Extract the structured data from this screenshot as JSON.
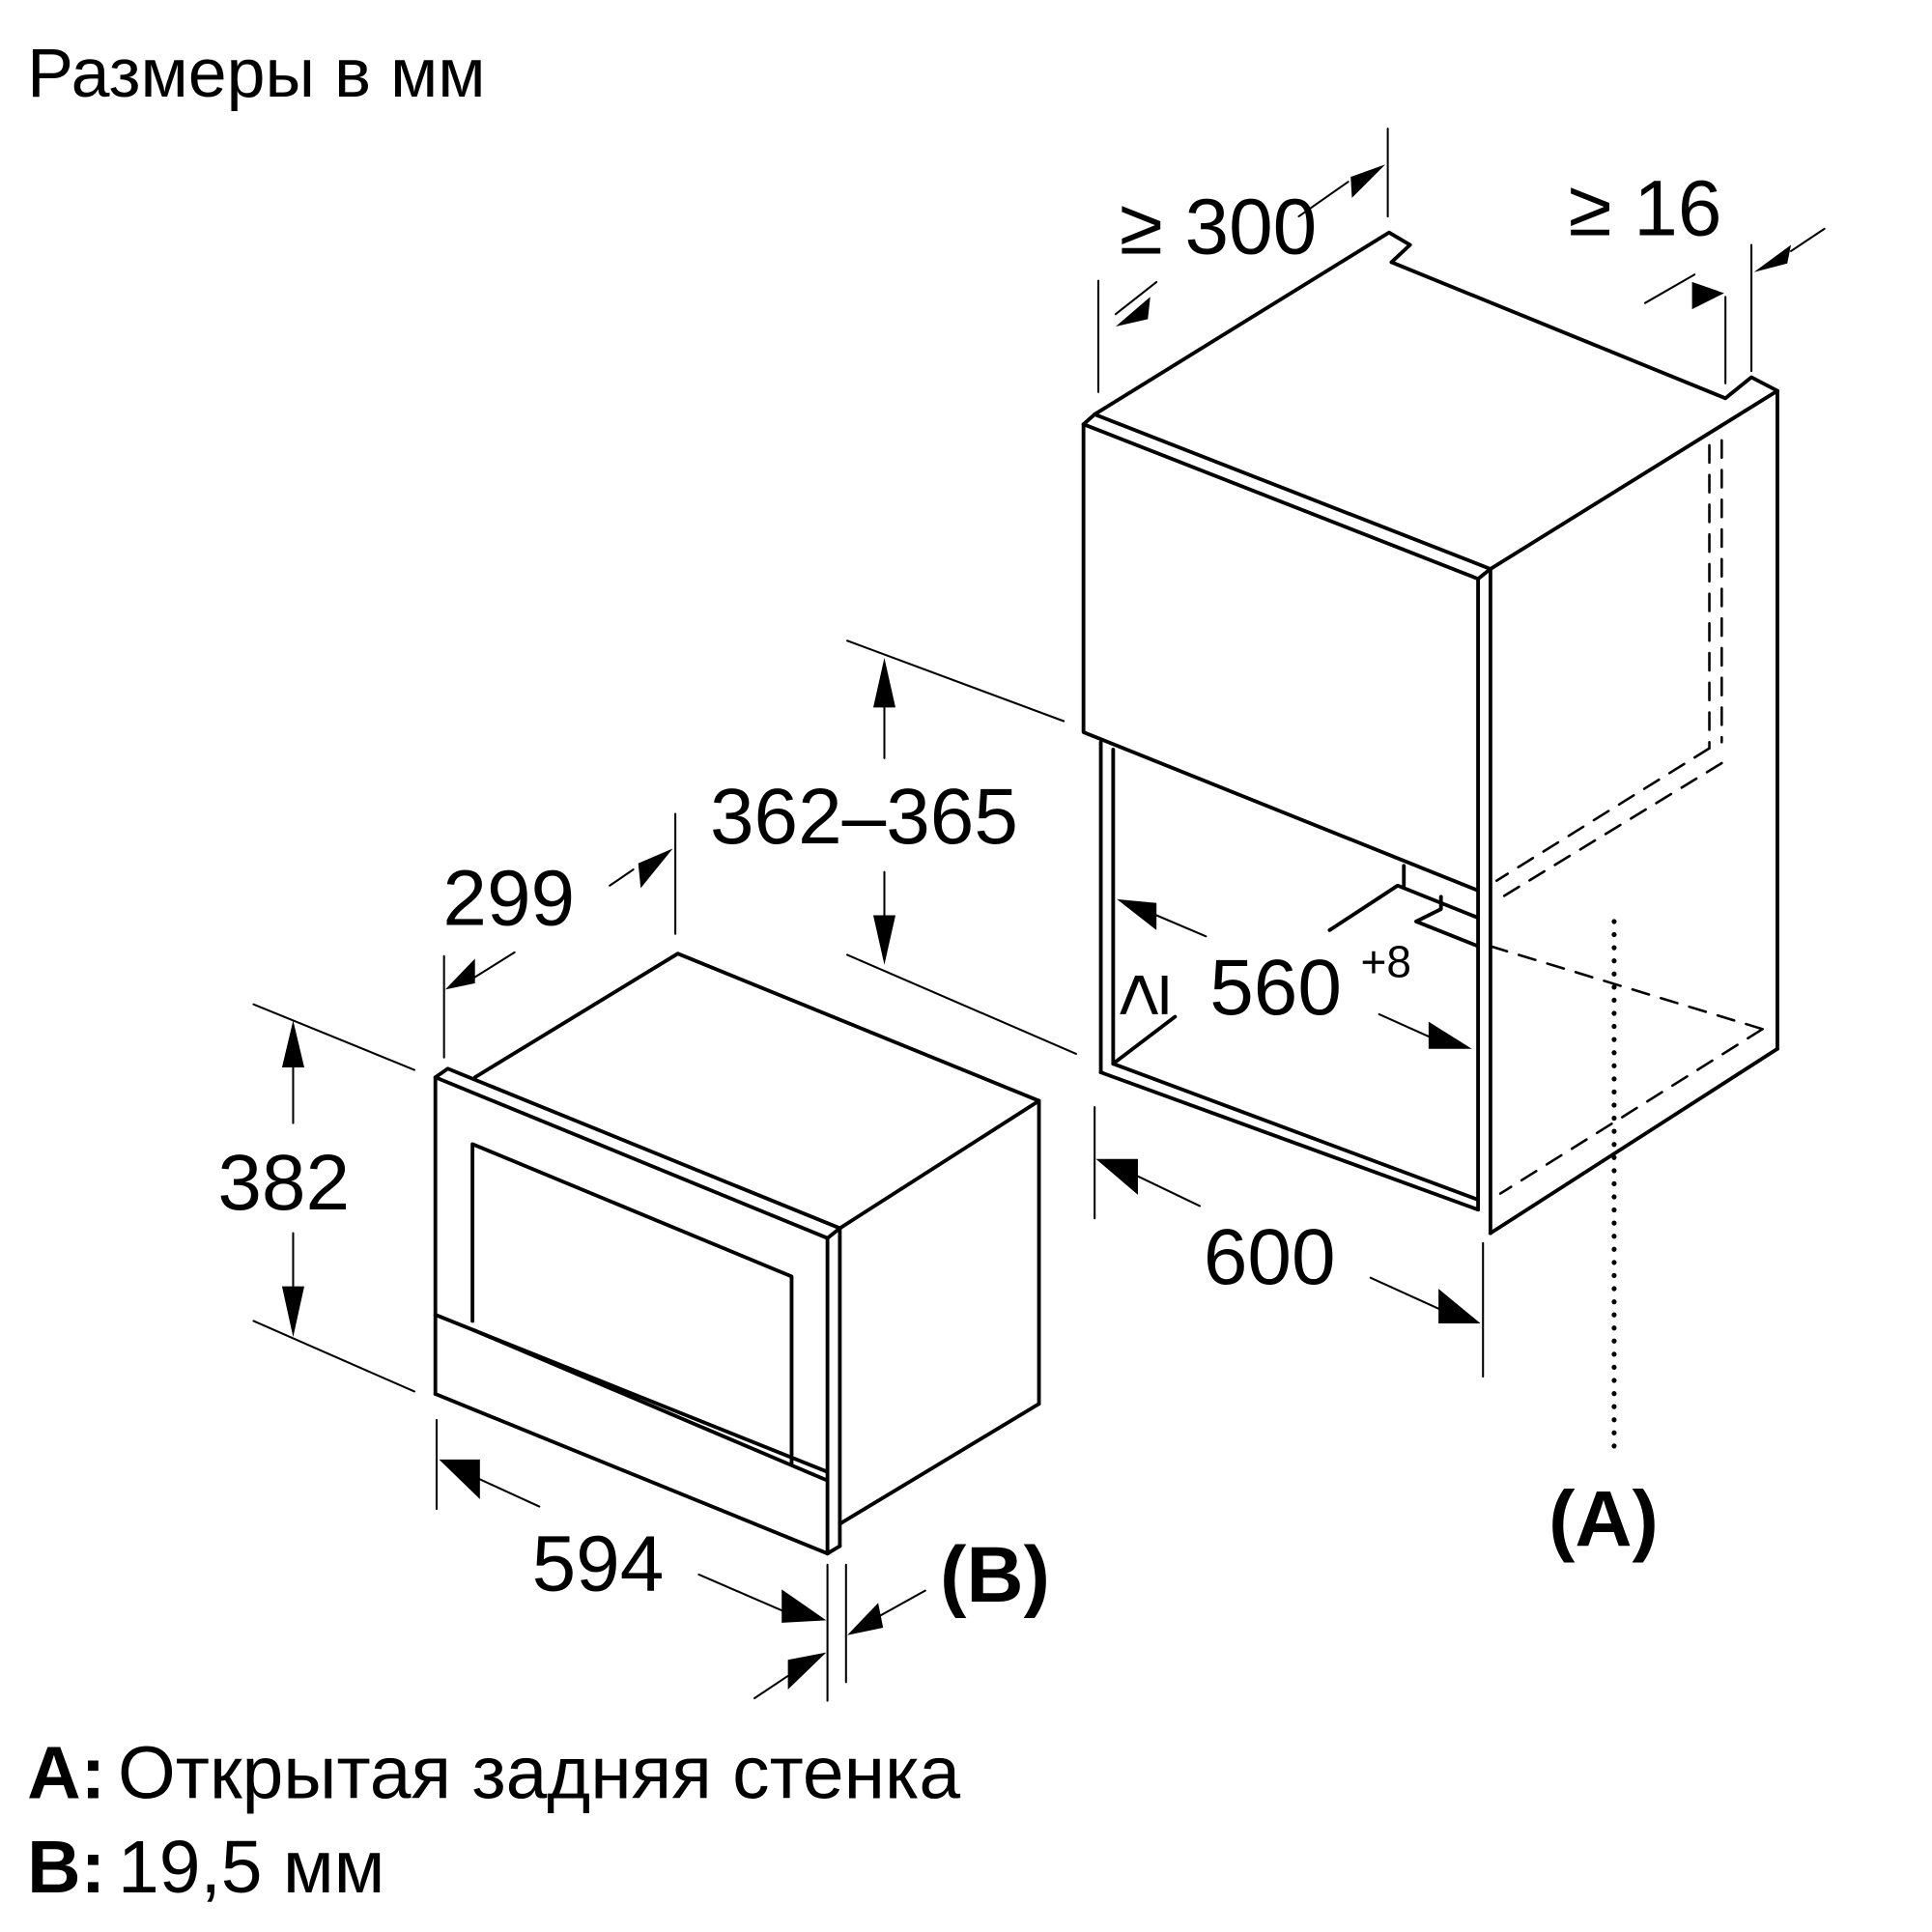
{
  "title": "Размеры в мм",
  "appliance": {
    "dimensions": {
      "height": "382",
      "depth": "299",
      "width": "594"
    },
    "callout_b": "(B)"
  },
  "niche": {
    "dimensions": {
      "top_depth": "≥ 300",
      "rear_gap": "≥ 16",
      "opening_height": "362–365",
      "inner_width": "≥ 560",
      "inner_width_tolerance": "+8",
      "cabinet_width": "600"
    },
    "callout_a": "(A)"
  },
  "legend": [
    {
      "key": "A:",
      "text": "Открытая задняя стенка"
    },
    {
      "key": "B:",
      "text": "19,5 мм"
    }
  ]
}
